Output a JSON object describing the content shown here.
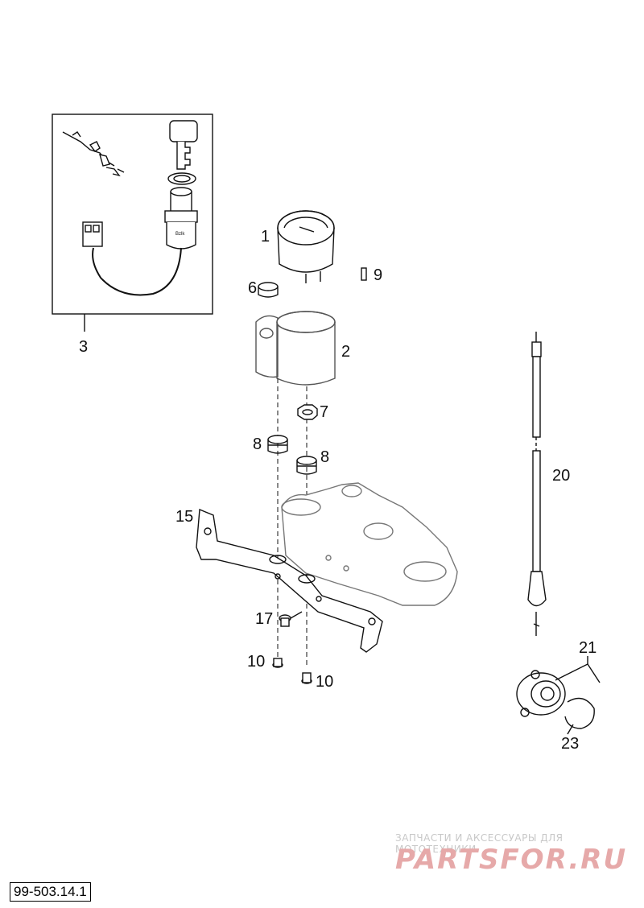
{
  "callouts": {
    "c1": "1",
    "c2": "2",
    "c3": "3",
    "c6": "6",
    "c7": "7",
    "c8a": "8",
    "c8b": "8",
    "c9": "9",
    "c10a": "10",
    "c10b": "10",
    "c15": "15",
    "c17": "17",
    "c20": "20",
    "c21": "21",
    "c23": "23"
  },
  "watermark": {
    "tagline": "ЗАПЧАСТИ И АКСЕССУАРЫ ДЛЯ МОТОТЕХНИКИ",
    "logo": "PARTSFOR.RU"
  },
  "figure_ref": "99-503.14.1",
  "colors": {
    "line": "#111111",
    "grey": "#555555",
    "watermark": "#e6a9a9"
  }
}
